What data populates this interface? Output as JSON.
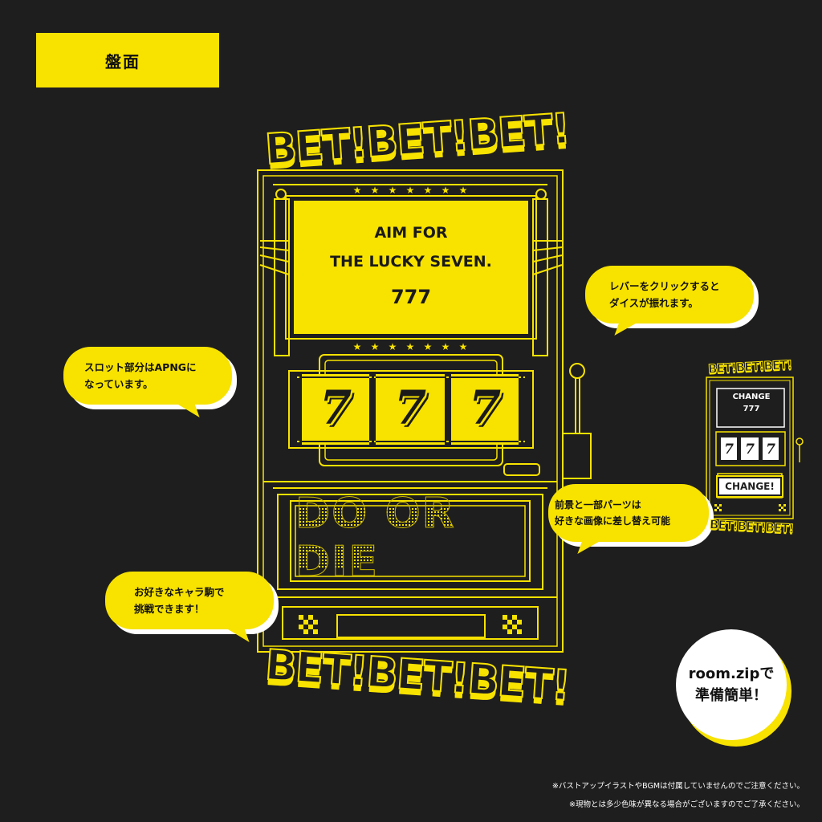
{
  "section": {
    "label": "盤面"
  },
  "banner": {
    "text": "BET!BET!BET!"
  },
  "machine": {
    "display_line1": "AIM FOR",
    "display_line2": "THE LUCKY SEVEN.",
    "display_number": "777",
    "reels": [
      "7",
      "7",
      "7"
    ],
    "panel_text": "DO OR DIE"
  },
  "bubbles": {
    "slot": {
      "line1": "スロット部分はAPNGに",
      "line2": "なっています。"
    },
    "lever": {
      "line1": "レバーをクリックすると",
      "line2": "ダイスが振れます。"
    },
    "foreground": {
      "line1": "前景と一部パーツは",
      "line2": "好きな画像に差し替え可能"
    },
    "piece": {
      "line1": "お好きなキャラ駒で",
      "line2": "挑戦できます！"
    }
  },
  "badge": {
    "line1": "room.zipで",
    "line2": "準備簡単！"
  },
  "mini_machine": {
    "banner": "BET!BET!BET!",
    "display_line1": "CHANGE",
    "display_line2": "777",
    "reels": [
      "7",
      "7",
      "7"
    ],
    "button_label": "CHANGE!"
  },
  "footnotes": {
    "line1": "※バストアップイラストやBGMは付属していませんのでご注意ください。",
    "line2": "※現物とは多少色味が異なる場合がございますのでご了承ください。"
  },
  "colors": {
    "accent": "#f7e200",
    "background": "#1e1e1e",
    "white": "#ffffff"
  }
}
